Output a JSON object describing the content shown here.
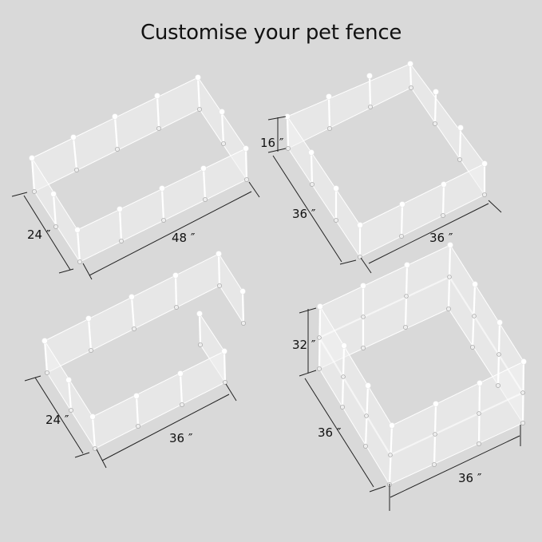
{
  "header": {
    "title": "Customise your pet fence"
  },
  "colors": {
    "background": "#d9d9d9",
    "panel_fill": "#f2f2f2",
    "panel_edge": "#ffffff",
    "dimension_line": "#222222",
    "text": "#111111"
  },
  "configurations": [
    {
      "name": "rectangle-48x24",
      "layout": "rectangle",
      "dimensions": {
        "width": "24 ″",
        "length": "48 ″"
      }
    },
    {
      "name": "square-36x36-h16",
      "layout": "square, single tier",
      "dimensions": {
        "height": "16 ″",
        "width": "36 ″",
        "length": "36 ″"
      }
    },
    {
      "name": "u-shape-36x24",
      "layout": "rectangle with notch opening",
      "dimensions": {
        "width": "24 ″",
        "length": "36 ″"
      }
    },
    {
      "name": "square-36x36-h32",
      "layout": "square, double tier",
      "dimensions": {
        "height": "32 ″",
        "width": "36 ″",
        "length": "36 ″"
      }
    }
  ]
}
